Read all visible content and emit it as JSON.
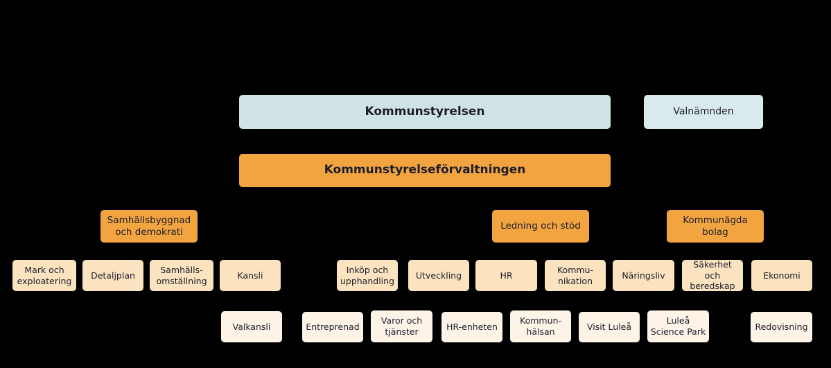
{
  "colors": {
    "committee_fill": "#cfe3e4",
    "election_board_fill": "#d9eaec",
    "administration_fill": "#f1a440",
    "division_fill": "#f1a440",
    "unit_fill": "#fbe3bf",
    "subunit_fill": "#fdf4e7",
    "text": "#1d1d2b",
    "background": "#000000"
  },
  "nodes": {
    "kommunstyrelsen": "Kommunstyrelsen",
    "valnamnden": "Valnämnden",
    "kommunstyrelseforvaltningen": "Kommunstyrelseförvaltningen",
    "samhallsbyggnad_och_demokrati": "Samhällsbyggnad\noch demokrati",
    "ledning_och_stod": "Ledning och stöd",
    "kommunagda_bolag": "Kommunägda\nbolag",
    "mark_och_exploatering": "Mark och\nexploatering",
    "detaljplan": "Detaljplan",
    "samhallsomstallning": "Samhälls-\nomställning",
    "kansli": "Kansli",
    "inkop_och_upphandling": "Inköp och\nupphandling",
    "utveckling": "Utveckling",
    "hr": "HR",
    "kommunikation": "Kommu-\nnikation",
    "naringsliv": "Näringsliv",
    "sakerhet_och_beredskap": "Säkerhet och\nberedskap",
    "ekonomi": "Ekonomi",
    "valkansli": "Valkansli",
    "entreprenad": "Entreprenad",
    "varor_och_tjanster": "Varor och\ntjänster",
    "hr_enheten": "HR-enheten",
    "kommunhalsan": "Kommun-\nhälsan",
    "visit_lulea": "Visit Luleå",
    "lulea_science_park": "Luleå\nScience Park",
    "redovisning": "Redovisning"
  }
}
